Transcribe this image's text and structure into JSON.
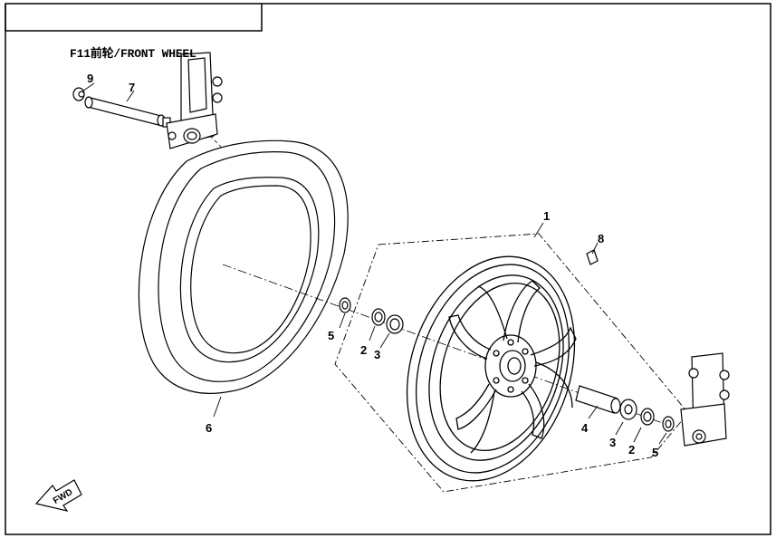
{
  "diagram": {
    "title": "F11前轮/FRONT WHEEL",
    "fwd_label": "FWD",
    "callouts": [
      {
        "id": "c9",
        "label": "9"
      },
      {
        "id": "c7",
        "label": "7"
      },
      {
        "id": "c1",
        "label": "1"
      },
      {
        "id": "c8",
        "label": "8"
      },
      {
        "id": "c5a",
        "label": "5"
      },
      {
        "id": "c2a",
        "label": "2"
      },
      {
        "id": "c3a",
        "label": "3"
      },
      {
        "id": "c6",
        "label": "6"
      },
      {
        "id": "c4",
        "label": "4"
      },
      {
        "id": "c3b",
        "label": "3"
      },
      {
        "id": "c2b",
        "label": "2"
      },
      {
        "id": "c5b",
        "label": "5"
      }
    ]
  }
}
